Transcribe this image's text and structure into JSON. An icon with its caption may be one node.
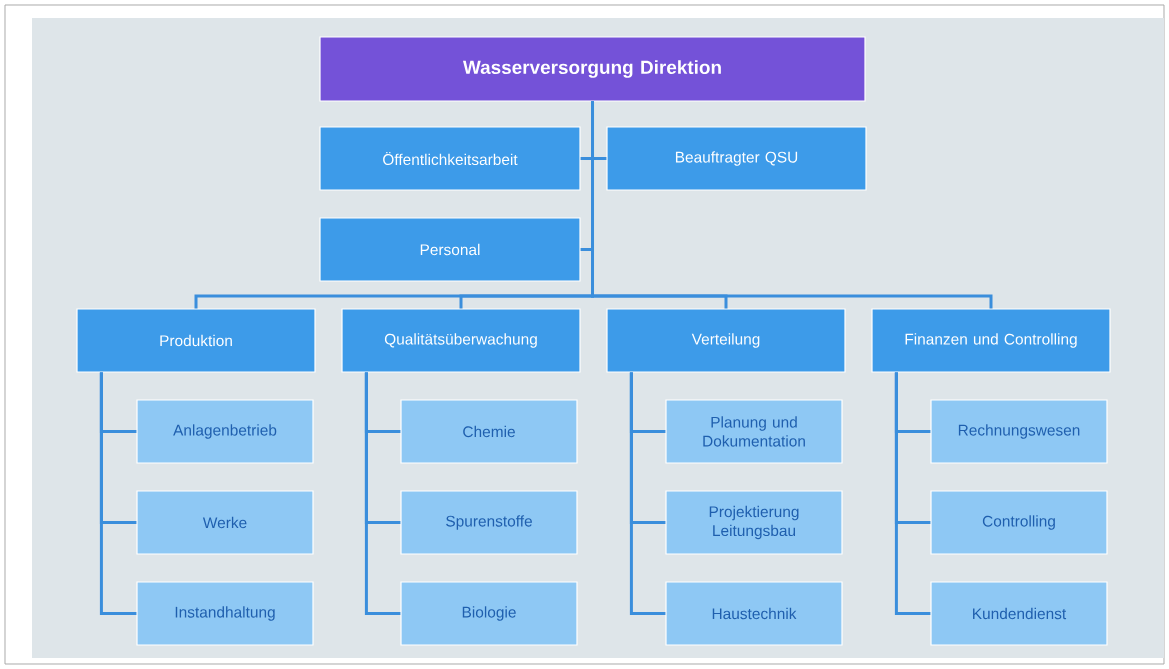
{
  "diagram": {
    "nodes": [
      {
        "text": [
          "Wasserversorgung Direktion"
        ]
      },
      {
        "text": [
          "Öffentlichkeitsarbeit"
        ]
      },
      {
        "text": [
          "Beauftragter QSU"
        ]
      },
      {
        "text": [
          "Personal"
        ]
      },
      {
        "text": [
          "Produktion"
        ]
      },
      {
        "text": [
          "Qualitätsüberwachung"
        ]
      },
      {
        "text": [
          "Verteilung"
        ]
      },
      {
        "text": [
          "Finanzen und Controlling"
        ]
      },
      {
        "text": [
          "Anlagenbetrieb"
        ]
      },
      {
        "text": [
          "Werke"
        ]
      },
      {
        "text": [
          "Instandhaltung"
        ]
      },
      {
        "text": [
          "Chemie"
        ]
      },
      {
        "text": [
          "Spurenstoffe"
        ]
      },
      {
        "text": [
          "Biologie"
        ]
      },
      {
        "text": [
          "Planung und Dokumentation"
        ]
      },
      {
        "text": [
          "Projektierung Leitungsbau"
        ]
      },
      {
        "text": [
          "Haustechnik"
        ]
      },
      {
        "text": [
          "Rechnungswesen"
        ]
      },
      {
        "text": [
          "Controlling"
        ]
      },
      {
        "text": [
          "Kundendienst"
        ]
      }
    ],
    "edges": [
      {
        "from": 0,
        "to": 1,
        "arrow": "none"
      },
      {
        "from": 0,
        "to": 2,
        "arrow": "none"
      },
      {
        "from": 0,
        "to": 3,
        "arrow": "none"
      },
      {
        "from": 0,
        "to": 4,
        "arrow": "none"
      },
      {
        "from": 0,
        "to": 5,
        "arrow": "none"
      },
      {
        "from": 0,
        "to": 6,
        "arrow": "none"
      },
      {
        "from": 0,
        "to": 7,
        "arrow": "none"
      },
      {
        "from": 4,
        "to": 8,
        "arrow": "none"
      },
      {
        "from": 4,
        "to": 9,
        "arrow": "none"
      },
      {
        "from": 4,
        "to": 10,
        "arrow": "none"
      },
      {
        "from": 5,
        "to": 11,
        "arrow": "none"
      },
      {
        "from": 5,
        "to": 12,
        "arrow": "none"
      },
      {
        "from": 5,
        "to": 13,
        "arrow": "none"
      },
      {
        "from": 6,
        "to": 14,
        "arrow": "none"
      },
      {
        "from": 6,
        "to": 15,
        "arrow": "none"
      },
      {
        "from": 6,
        "to": 16,
        "arrow": "none"
      },
      {
        "from": 7,
        "to": 17,
        "arrow": "none"
      },
      {
        "from": 7,
        "to": 18,
        "arrow": "none"
      },
      {
        "from": 7,
        "to": 19,
        "arrow": "none"
      }
    ]
  }
}
